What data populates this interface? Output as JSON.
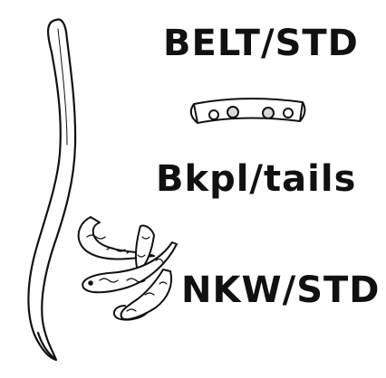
{
  "labels": {
    "belt": "BELT/STD",
    "bkpl": "Bkpl/tails",
    "nkw": "NKW/STD"
  },
  "icons": {
    "tail": "tail-icon",
    "belt": "belt-icon",
    "neckwear": "snake-icon"
  },
  "colors": {
    "ink": "#111111",
    "background": "#ffffff",
    "fill": "#ffffff",
    "stud": "#d9d9d9"
  }
}
